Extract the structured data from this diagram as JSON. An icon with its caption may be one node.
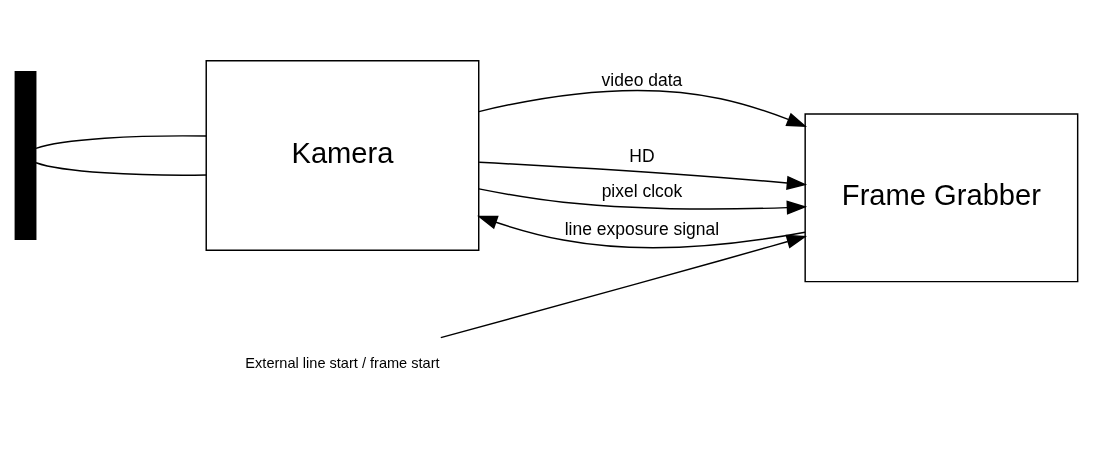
{
  "diagram": {
    "nodes": [
      {
        "text": [],
        "shape": "bar"
      },
      {
        "text": [
          "Kamera"
        ]
      },
      {
        "text": [
          "Frame Grabber"
        ]
      },
      {
        "text": [
          "External line start / frame start"
        ]
      }
    ],
    "edges": [
      {
        "from": 0,
        "to": 1,
        "arrow": "none"
      },
      {
        "from": 0,
        "to": 1,
        "arrow": "none"
      },
      {
        "from": 1,
        "to": 2,
        "arrow": "to",
        "label": "video data"
      },
      {
        "from": 1,
        "to": 2,
        "arrow": "to",
        "label": "HD"
      },
      {
        "from": 1,
        "to": 2,
        "arrow": "to",
        "label": "pixel clcok"
      },
      {
        "from": 2,
        "to": 1,
        "arrow": "to",
        "label": "line exposure signal"
      },
      {
        "from": 3,
        "to": 2,
        "arrow": "to"
      }
    ]
  }
}
